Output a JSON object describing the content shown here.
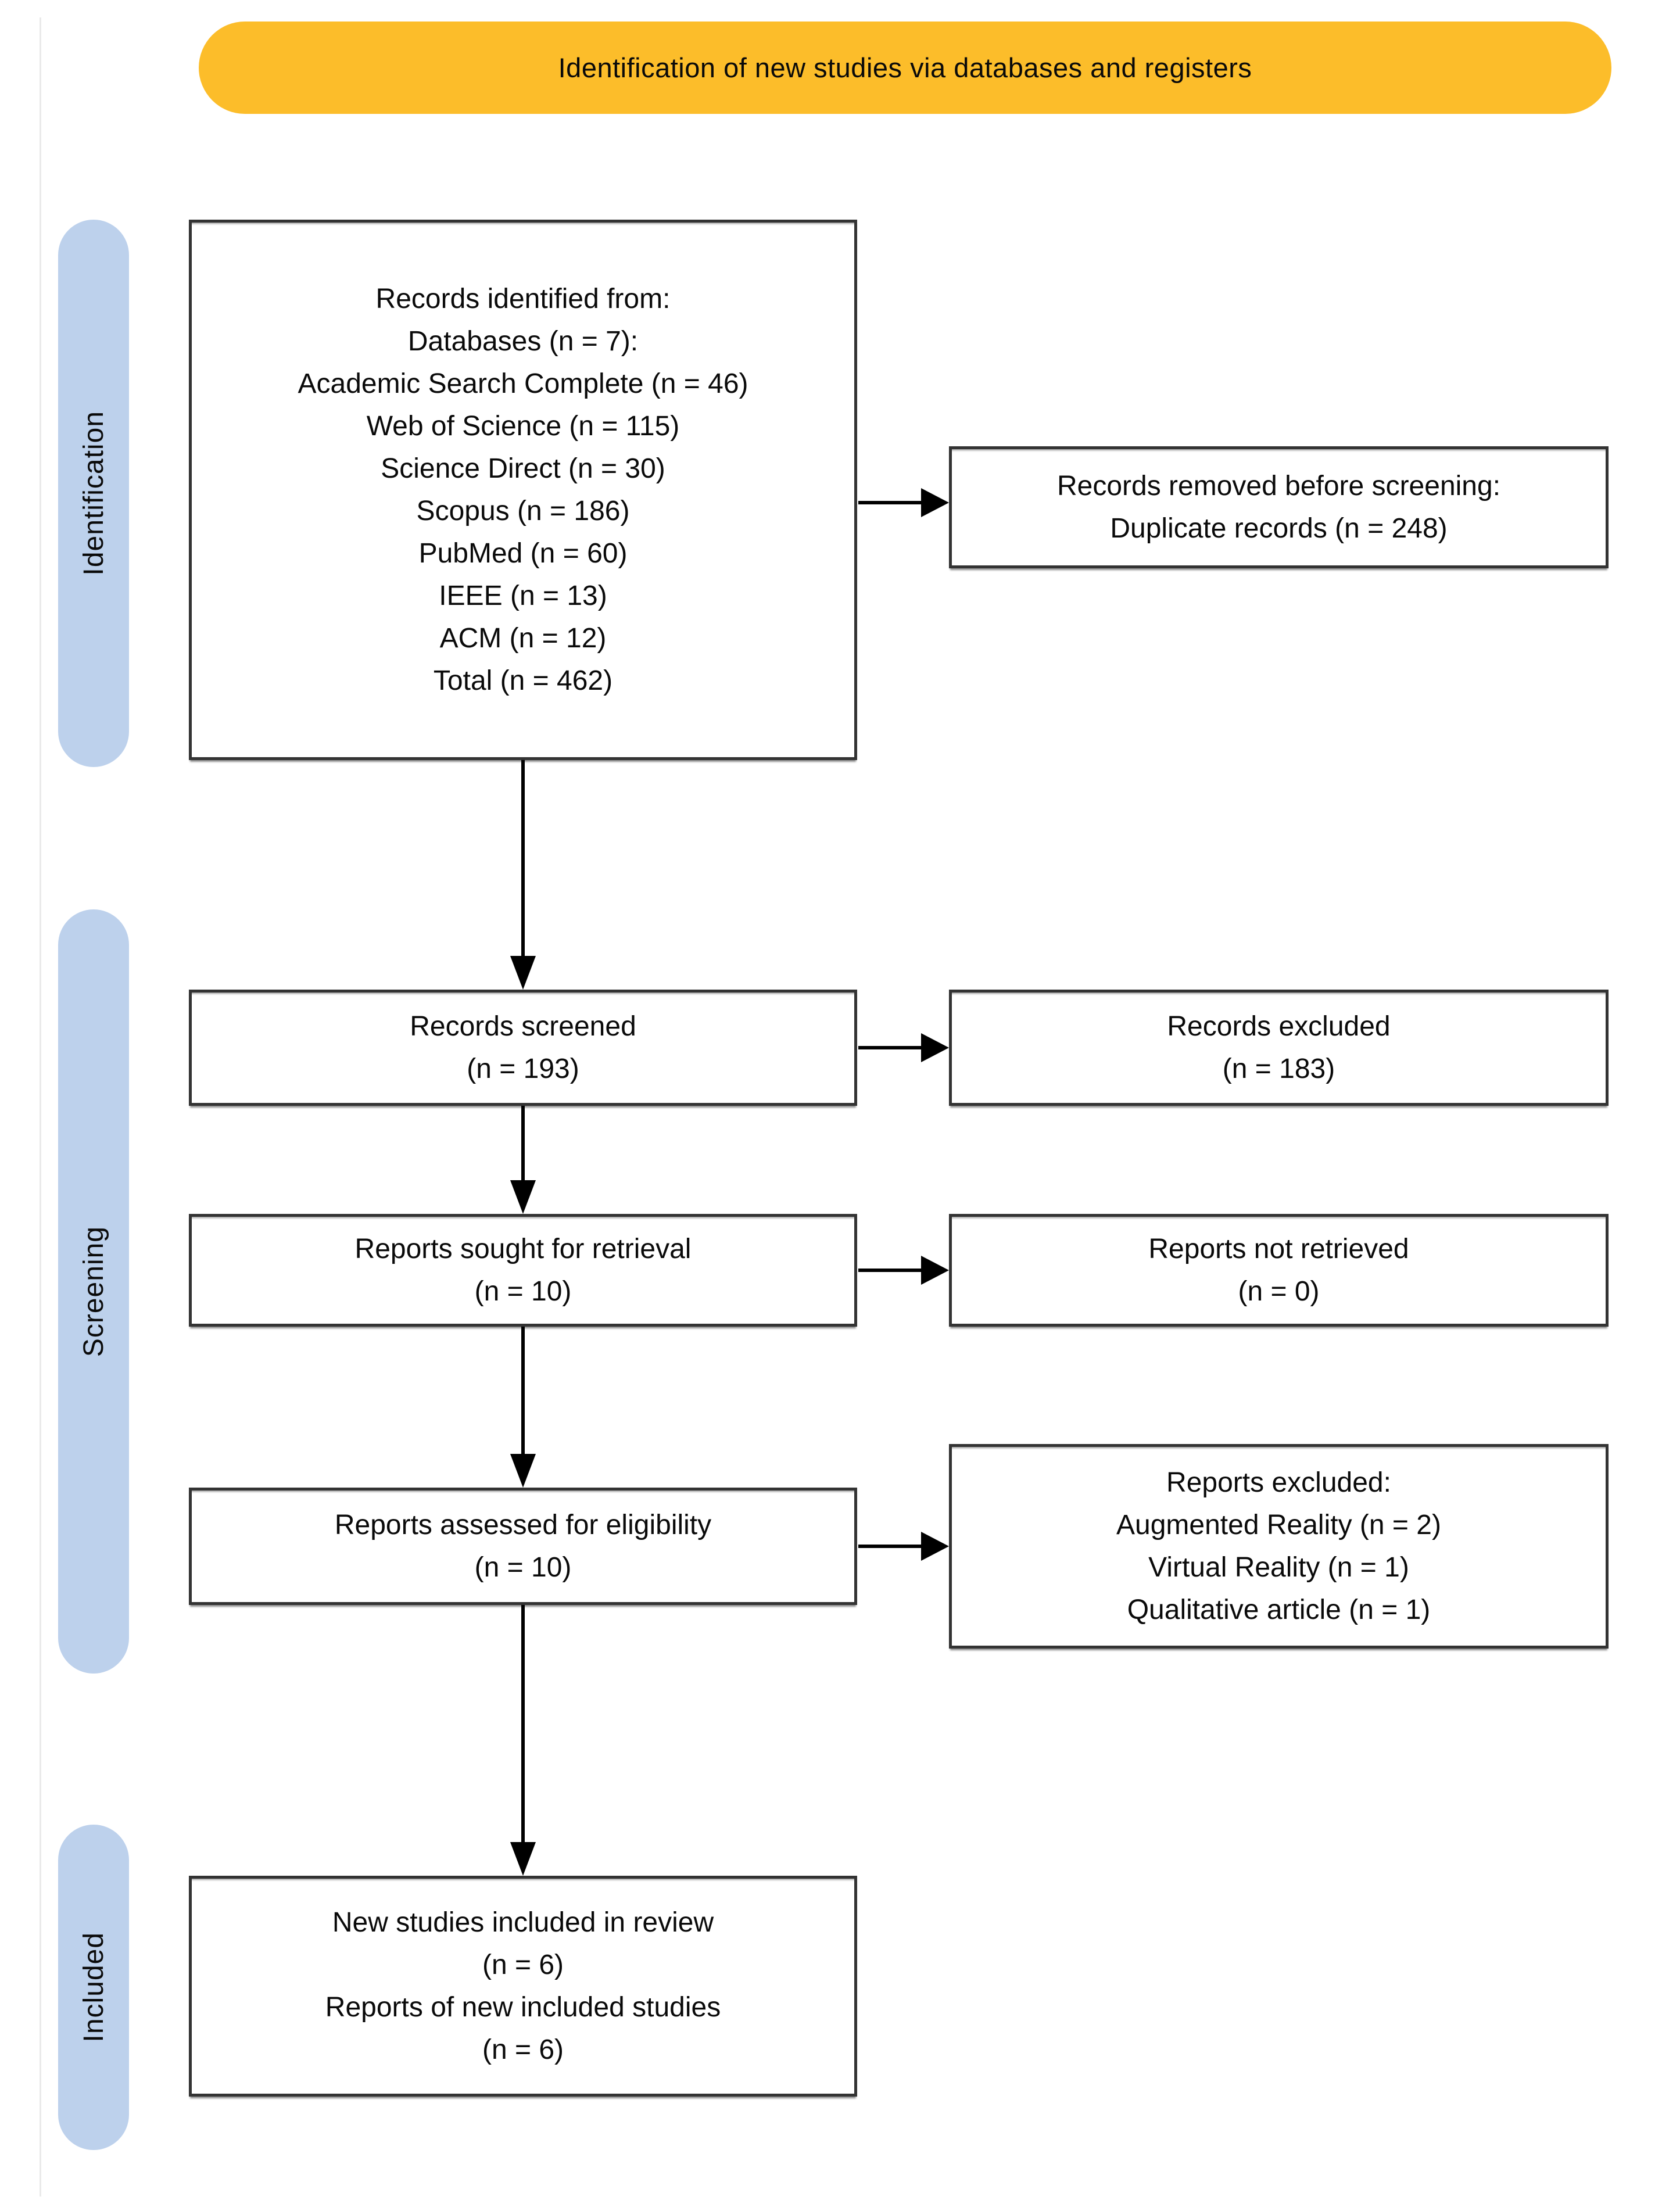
{
  "banner": {
    "label": "Identification of new studies via databases and registers"
  },
  "sidebar": {
    "stages": [
      {
        "label": "Identification"
      },
      {
        "label": "Screening"
      },
      {
        "label": "Included"
      }
    ]
  },
  "flow": {
    "identified": {
      "lines": [
        "Records identified from:",
        "Databases (n = 7):",
        "Academic Search Complete (n = 46)",
        "Web of Science (n = 115)",
        "Science Direct (n = 30)",
        "Scopus (n = 186)",
        "PubMed (n = 60)",
        "IEEE (n = 13)",
        "ACM (n = 12)",
        "Total (n = 462)"
      ]
    },
    "removed_before_screening": {
      "lines": [
        "Records removed before screening:",
        "Duplicate records (n = 248)"
      ]
    },
    "screened": {
      "lines": [
        "Records screened",
        "(n = 193)"
      ]
    },
    "records_excluded": {
      "lines": [
        "Records excluded",
        "(n = 183)"
      ]
    },
    "sought_for_retrieval": {
      "lines": [
        "Reports sought for retrieval",
        "(n = 10)"
      ]
    },
    "not_retrieved": {
      "lines": [
        "Reports not retrieved",
        "(n = 0)"
      ]
    },
    "assessed_for_eligibility": {
      "lines": [
        "Reports assessed for eligibility",
        "(n = 10)"
      ]
    },
    "reports_excluded": {
      "lines": [
        "Reports excluded:",
        "Augmented Reality (n = 2)",
        "Virtual Reality (n = 1)",
        "Qualitative article (n = 1)"
      ]
    },
    "included": {
      "lines": [
        "New studies included in review",
        "(n = 6)",
        "Reports of new included studies",
        "(n = 6)"
      ]
    }
  },
  "colors": {
    "banner_bg": "#FCBD2A",
    "stage_bg": "#BDD1EC",
    "box_border": "#333333",
    "arrow": "#000000",
    "text": "#0a0a0a"
  }
}
